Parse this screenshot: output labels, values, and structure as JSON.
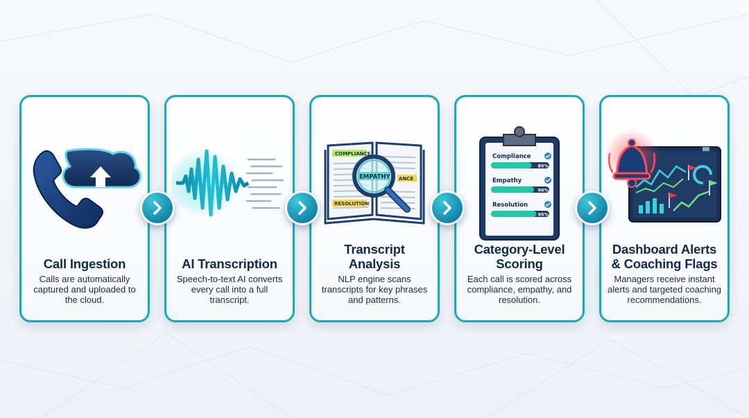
{
  "steps": [
    {
      "icon": "phone-cloud-upload-icon",
      "title": "Call Ingestion",
      "description": "Calls are automatically captured and uploaded to the cloud."
    },
    {
      "icon": "sound-wave-icon",
      "title": "AI Transcription",
      "description": "Speech-to-text AI converts every call into a full transcript."
    },
    {
      "icon": "book-magnifier-icon",
      "title": "Transcript Analysis",
      "description": "NLP engine scans transcripts for key phrases and patterns.",
      "book_tags": [
        "COMPLIANCE",
        "EMPATHY",
        "ANCE",
        "RESOLUTION"
      ]
    },
    {
      "icon": "clipboard-scores-icon",
      "title": "Category-Level Scoring",
      "description": "Each call is scored across compliance, empathy, and resolution.",
      "scores": [
        {
          "label": "Compliance",
          "value": "85%",
          "fraction": 0.85
        },
        {
          "label": "Empathy",
          "value": "90%",
          "fraction": 0.9
        },
        {
          "label": "Resolution",
          "value": "95%",
          "fraction": 0.95
        }
      ]
    },
    {
      "icon": "bell-dashboard-icon",
      "title": "Dashboard Alerts & Coaching Flags",
      "description": "Managers receive instant alerts and targeted coaching recommendations."
    }
  ],
  "colors": {
    "accent": "#1aa9b8",
    "navy": "#102a4c",
    "alert_red": "#e53946"
  }
}
